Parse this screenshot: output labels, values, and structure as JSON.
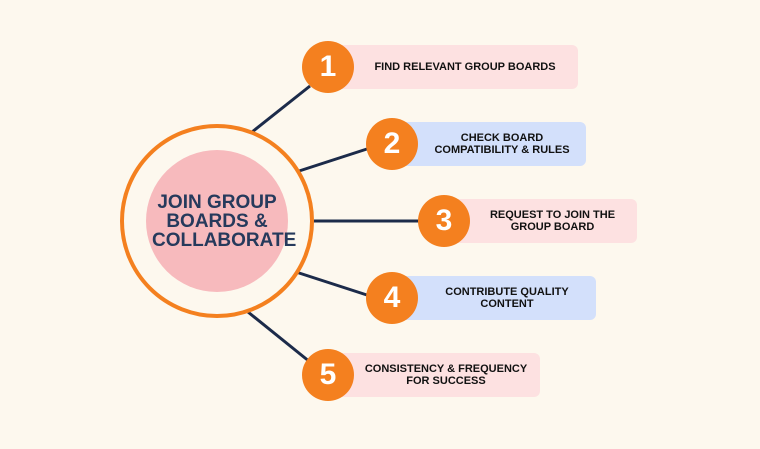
{
  "hub": {
    "title": "JOIN GROUP\nBOARDS &\nCOLLABORATE"
  },
  "steps": [
    {
      "number": "1",
      "label": "FIND RELEVANT GROUP BOARDS",
      "color": "pink"
    },
    {
      "number": "2",
      "label": "CHECK BOARD\nCOMPATIBILITY & RULES",
      "color": "blue"
    },
    {
      "number": "3",
      "label": "REQUEST TO JOIN THE\nGROUP BOARD",
      "color": "pink"
    },
    {
      "number": "4",
      "label": "CONTRIBUTE QUALITY\nCONTENT",
      "color": "blue"
    },
    {
      "number": "5",
      "label": "CONSISTENCY & FREQUENCY\nFOR SUCCESS",
      "color": "pink"
    }
  ],
  "colors": {
    "accent": "#f4801f",
    "hub_fill": "#f7babd",
    "pink": "#fde1e1",
    "blue": "#d3e0fb",
    "line": "#1c2b4a"
  }
}
